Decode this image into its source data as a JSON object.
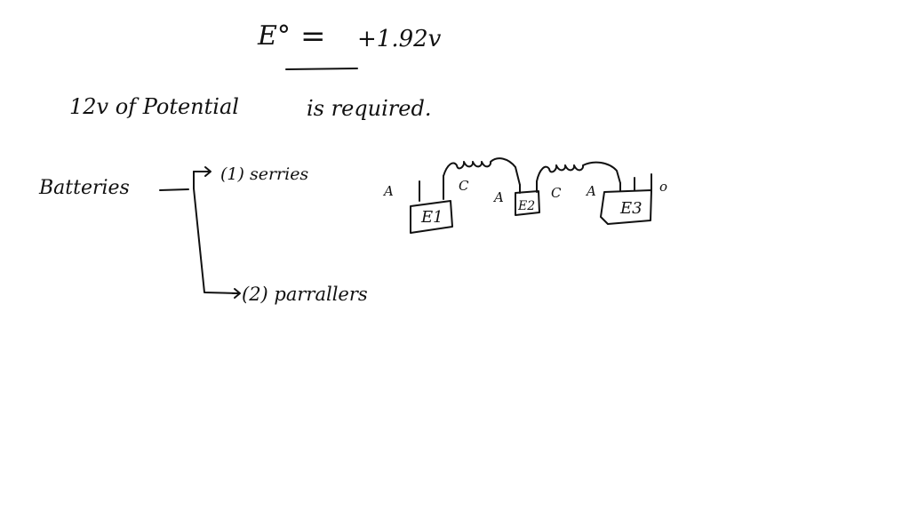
{
  "board": {
    "background": "#ffffff",
    "ink_color": "#111111"
  },
  "equation": {
    "lhs": "E°",
    "equals": "=",
    "rhs": "+1.92v"
  },
  "statement": {
    "part1": "12v of Potential",
    "part2": "is required."
  },
  "classification": {
    "root": "Batteries",
    "branch1": "(1) serries",
    "branch2": "(2) parrallers"
  },
  "circuit": {
    "cells": [
      {
        "label": "E1",
        "anode": "A",
        "cathode": "C"
      },
      {
        "label": "E2",
        "anode": "A",
        "cathode": "C"
      },
      {
        "label": "E3",
        "anode": "A",
        "cathode": "o"
      }
    ]
  }
}
